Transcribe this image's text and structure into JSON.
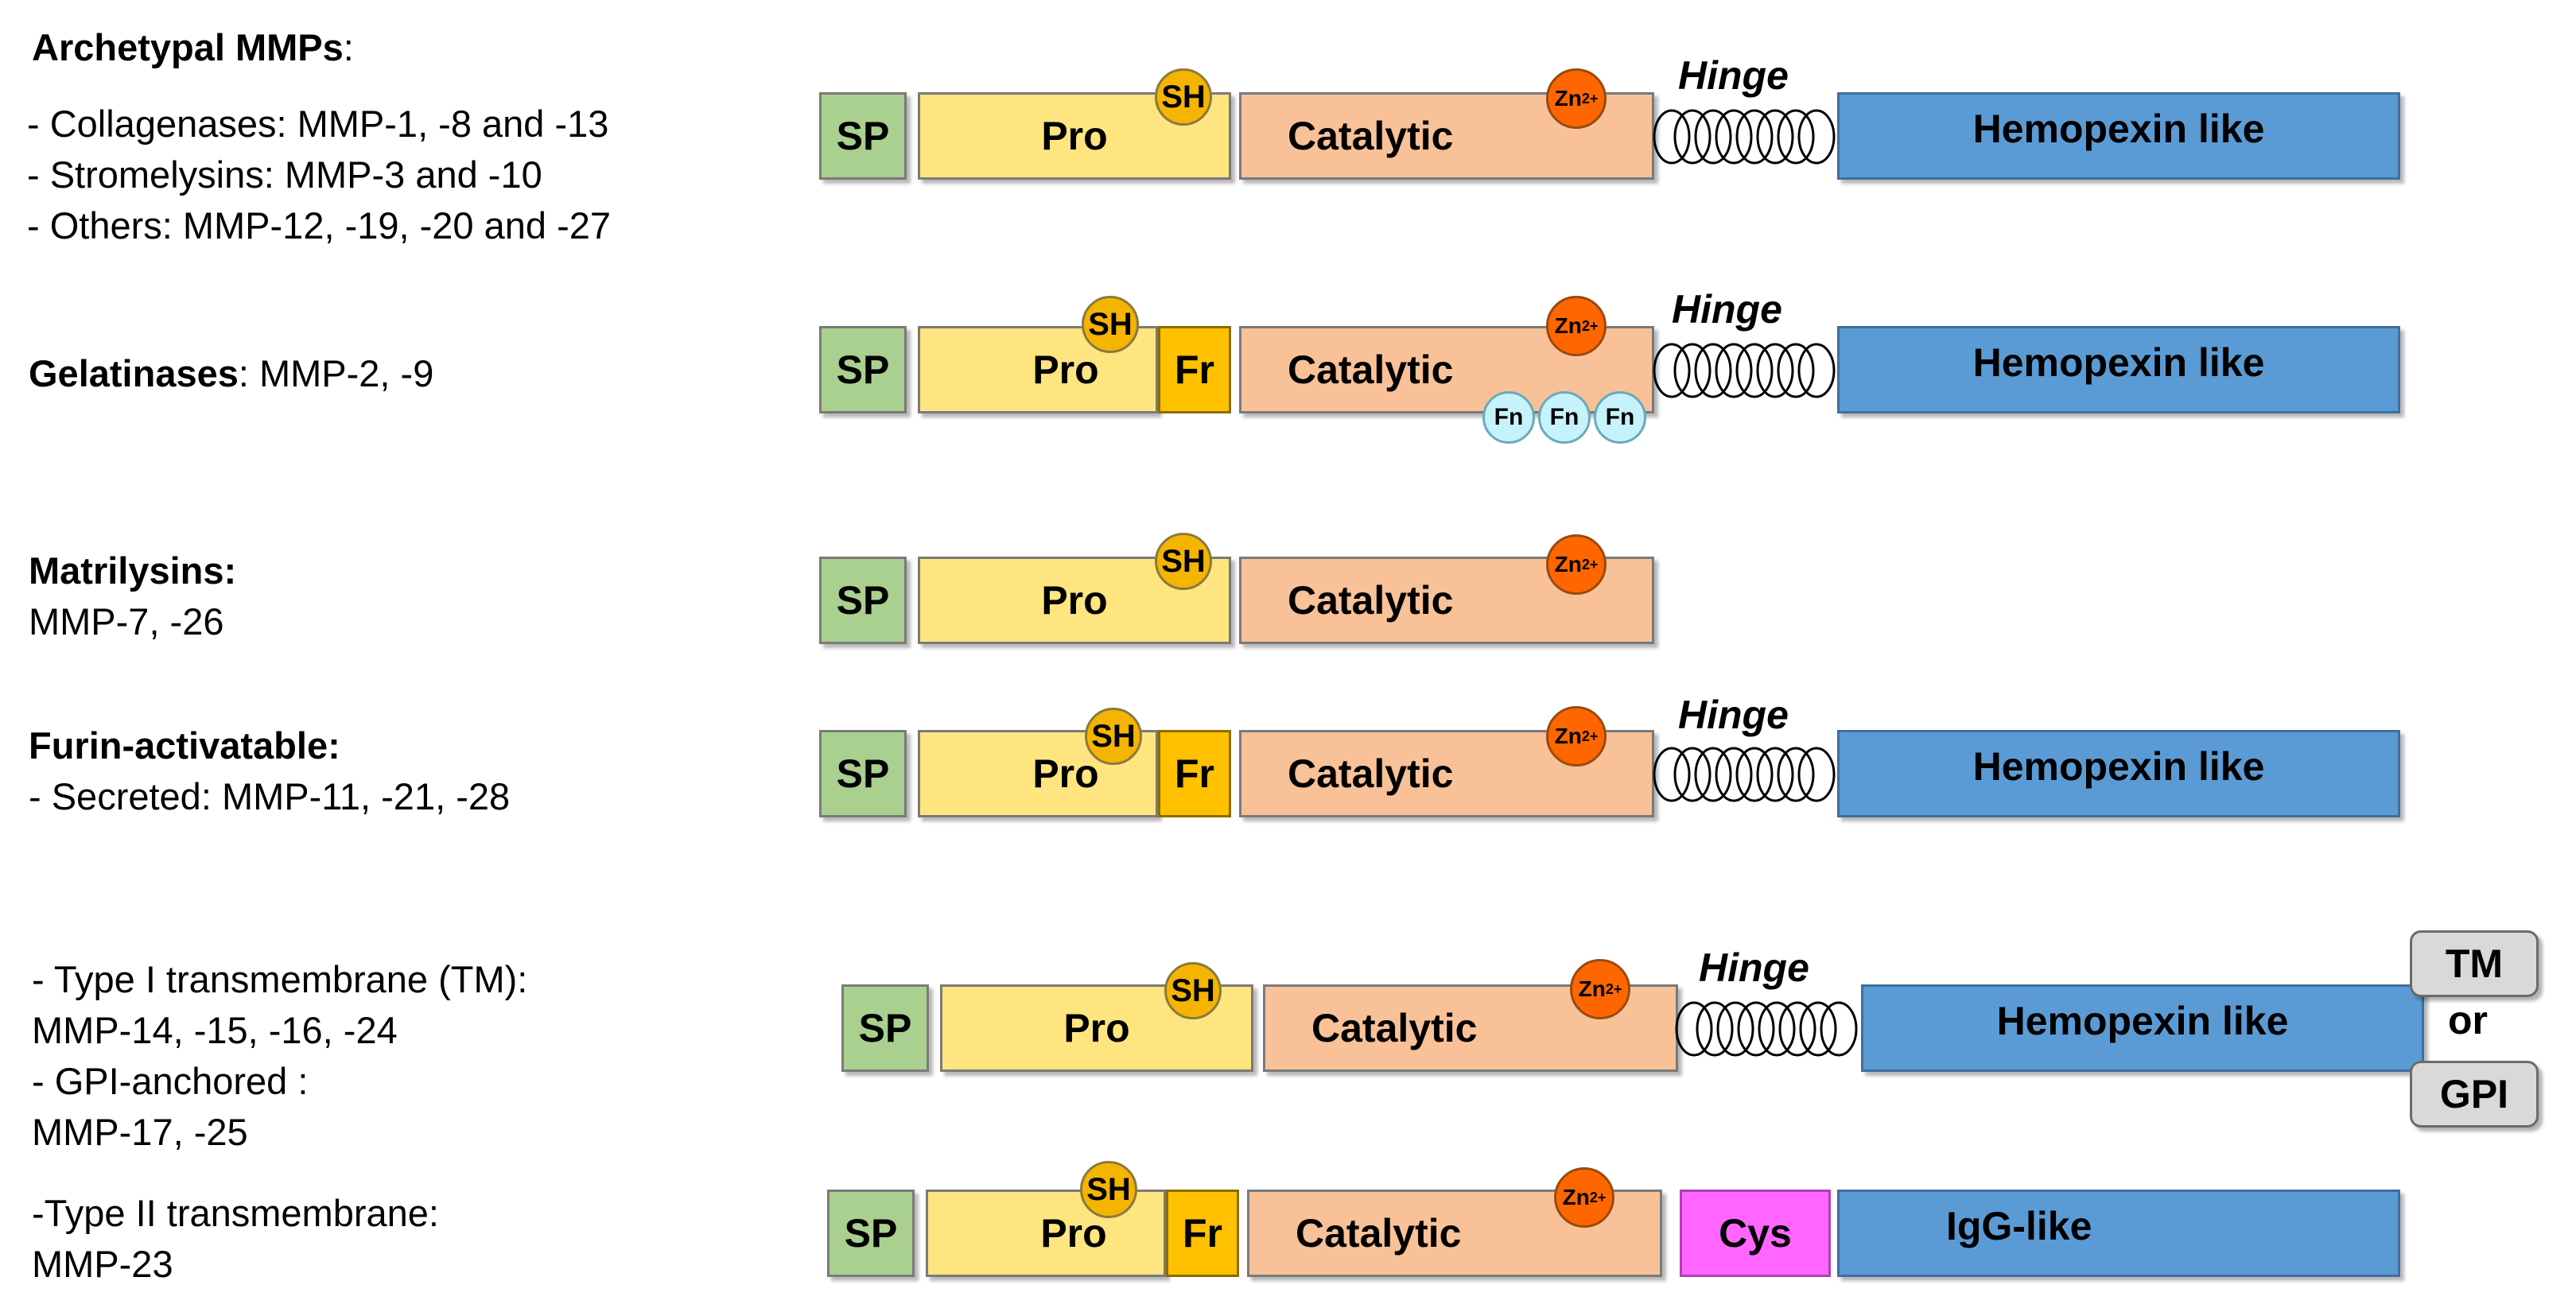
{
  "groups": {
    "archetypal": {
      "title": "Archetypal MMPs",
      "lines": [
        "- Collagenases: MMP-1, -8 and -13",
        "- Stromelysins: MMP-3 and -10",
        "- Others: MMP-12, -19, -20 and -27"
      ]
    },
    "gelatinases": {
      "title": "Gelatinases",
      "members": ": MMP-2, -9"
    },
    "matrilysins": {
      "title": "Matrilysins:",
      "members": "MMP-7, -26"
    },
    "furin": {
      "title": "Furin-activatable:",
      "members": "- Secreted: MMP-11, -21, -28"
    },
    "membrane": {
      "lines": [
        "- Type I transmembrane (TM):",
        "MMP-14, -15, -16, -24",
        "- GPI-anchored :",
        "MMP-17, -25"
      ]
    },
    "type2": {
      "lines": [
        "-Type II transmembrane:",
        "MMP-23"
      ]
    }
  },
  "domains": {
    "sp": "SP",
    "pro": "Pro",
    "fr": "Fr",
    "catalytic": "Catalytic",
    "hinge": "Hinge",
    "hemopexin": "Hemopexin like",
    "sh": "SH",
    "zn": "Zn",
    "zn_sup": "2+",
    "fn": "Fn",
    "cys": "Cys",
    "igg": "IgG-like",
    "tm": "TM",
    "or": "or",
    "gpi": "GPI"
  },
  "colors": {
    "signal_peptide": "#a9d08e",
    "pro": "#ffe57f",
    "furin_site": "#ffc000",
    "catalytic": "#f8c197",
    "hemopexin": "#5b9bd5",
    "zinc": "#ff6600",
    "thiol": "#f5b400",
    "fibronectin": "#c6f3fb",
    "cysteine_array": "#ff66ff",
    "anchor": "#d9d9d9"
  }
}
